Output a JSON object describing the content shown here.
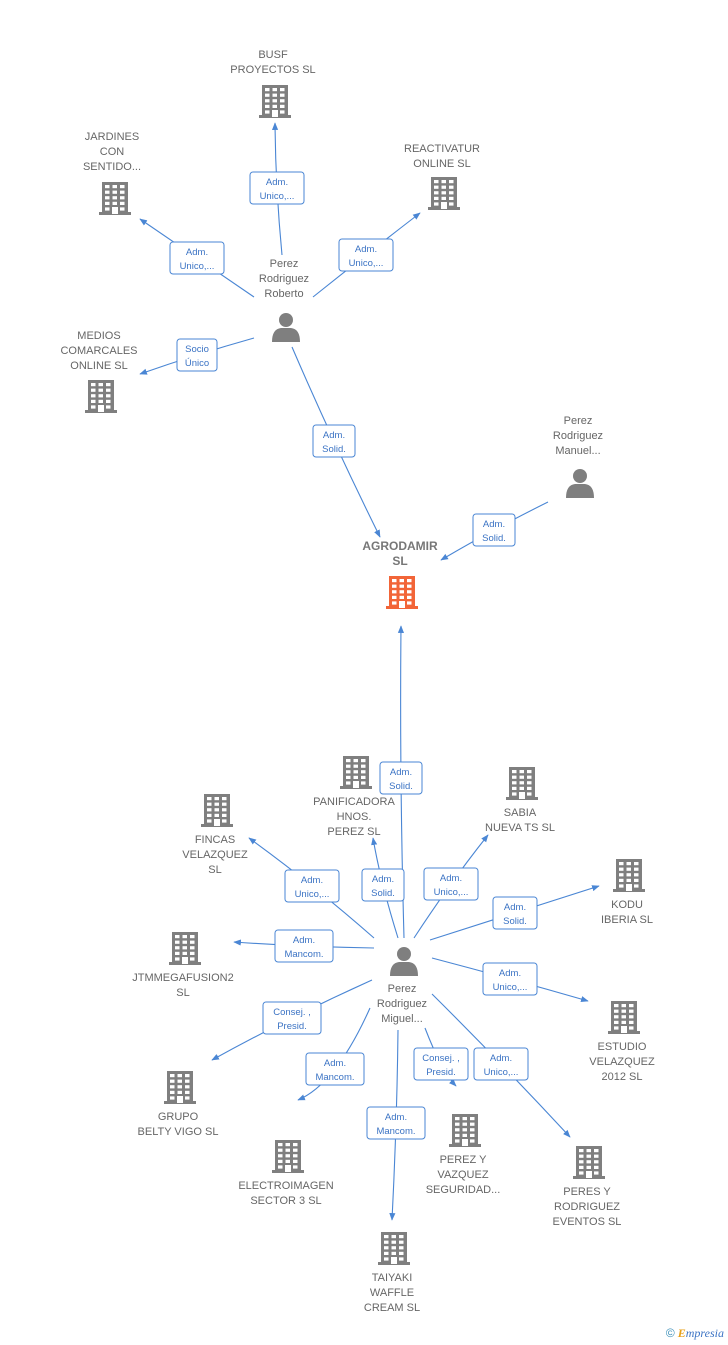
{
  "colors": {
    "edge": "#4a86d4",
    "node": "#7f7f7f",
    "focus": "#f26538"
  },
  "nodes": [
    {
      "id": "busf",
      "type": "company",
      "label": [
        "BUSF",
        "PROYECTOS SL"
      ]
    },
    {
      "id": "jardines",
      "type": "company",
      "label": [
        "JARDINES",
        "CON",
        "SENTIDO..."
      ]
    },
    {
      "id": "reactivatur",
      "type": "company",
      "label": [
        "REACTIVATUR",
        "ONLINE  SL"
      ]
    },
    {
      "id": "roberto",
      "type": "person",
      "label": [
        "Perez",
        "Rodriguez",
        "Roberto"
      ]
    },
    {
      "id": "medios",
      "type": "company",
      "label": [
        "MEDIOS",
        "COMARCALES",
        "ONLINE  SL"
      ]
    },
    {
      "id": "manuel",
      "type": "person",
      "label": [
        "Perez",
        "Rodriguez",
        "Manuel..."
      ]
    },
    {
      "id": "agrodamir",
      "type": "company",
      "focus": true,
      "label": [
        "AGRODAMIR",
        "SL"
      ]
    },
    {
      "id": "panificadora",
      "type": "company",
      "label": [
        "PANIFICADORA",
        "HNOS.",
        "PEREZ  SL"
      ]
    },
    {
      "id": "sabia",
      "type": "company",
      "label": [
        "SABIA",
        "NUEVA TS  SL"
      ]
    },
    {
      "id": "fincas",
      "type": "company",
      "label": [
        "FINCAS",
        "VELAZQUEZ",
        "SL"
      ]
    },
    {
      "id": "kodu",
      "type": "company",
      "label": [
        "KODU",
        "IBERIA  SL"
      ]
    },
    {
      "id": "jtm",
      "type": "company",
      "label": [
        "JTMMEGAFUSION2",
        "SL"
      ]
    },
    {
      "id": "miguel",
      "type": "person",
      "label": [
        "Perez",
        "Rodriguez",
        "Miguel..."
      ]
    },
    {
      "id": "estudio",
      "type": "company",
      "label": [
        "ESTUDIO",
        "VELAZQUEZ",
        "2012 SL"
      ]
    },
    {
      "id": "grupo",
      "type": "company",
      "label": [
        "GRUPO",
        "BELTY VIGO SL"
      ]
    },
    {
      "id": "electro",
      "type": "company",
      "label": [
        "ELECTROIMAGEN",
        "SECTOR 3 SL"
      ]
    },
    {
      "id": "pyv",
      "type": "company",
      "label": [
        "PEREZ Y",
        "VAZQUEZ",
        "SEGURIDAD..."
      ]
    },
    {
      "id": "pyr",
      "type": "company",
      "label": [
        "PERES Y",
        "RODRIGUEZ",
        "EVENTOS  SL"
      ]
    },
    {
      "id": "taiyaki",
      "type": "company",
      "label": [
        "TAIYAKI",
        "WAFFLE",
        "CREAM  SL"
      ]
    }
  ],
  "edges": [
    {
      "from": "roberto",
      "to": "busf",
      "label": [
        "Adm.",
        "Unico,..."
      ]
    },
    {
      "from": "roberto",
      "to": "jardines",
      "label": [
        "Adm.",
        "Unico,..."
      ]
    },
    {
      "from": "roberto",
      "to": "reactivatur",
      "label": [
        "Adm.",
        "Unico,..."
      ]
    },
    {
      "from": "roberto",
      "to": "medios",
      "label": [
        "Socio",
        "Único"
      ]
    },
    {
      "from": "roberto",
      "to": "agrodamir",
      "label": [
        "Adm.",
        "Solid."
      ]
    },
    {
      "from": "manuel",
      "to": "agrodamir",
      "label": [
        "Adm.",
        "Solid."
      ]
    },
    {
      "from": "miguel",
      "to": "agrodamir",
      "label": [
        "Adm.",
        "Solid."
      ]
    },
    {
      "from": "miguel",
      "to": "panificadora",
      "label": [
        "Adm.",
        "Solid."
      ]
    },
    {
      "from": "miguel",
      "to": "sabia",
      "label": [
        "Adm.",
        "Unico,..."
      ]
    },
    {
      "from": "miguel",
      "to": "fincas",
      "label": [
        "Adm.",
        "Unico,..."
      ]
    },
    {
      "from": "miguel",
      "to": "kodu",
      "label": [
        "Adm.",
        "Solid."
      ]
    },
    {
      "from": "miguel",
      "to": "jtm",
      "label": [
        "Adm.",
        "Mancom."
      ]
    },
    {
      "from": "miguel",
      "to": "estudio",
      "label": [
        "Adm.",
        "Unico,..."
      ]
    },
    {
      "from": "miguel",
      "to": "grupo",
      "label": [
        "Consej. ,",
        "Presid."
      ]
    },
    {
      "from": "miguel",
      "to": "electro",
      "label": [
        "Adm.",
        "Mancom."
      ]
    },
    {
      "from": "miguel",
      "to": "pyv",
      "label": [
        "Consej. ,",
        "Presid."
      ]
    },
    {
      "from": "miguel",
      "to": "pyr",
      "label": [
        "Adm.",
        "Unico,..."
      ]
    },
    {
      "from": "miguel",
      "to": "taiyaki",
      "label": [
        "Adm.",
        "Mancom."
      ]
    }
  ],
  "footer": {
    "copyright": "©",
    "brand_first": "E",
    "brand_rest": "mpresia"
  }
}
